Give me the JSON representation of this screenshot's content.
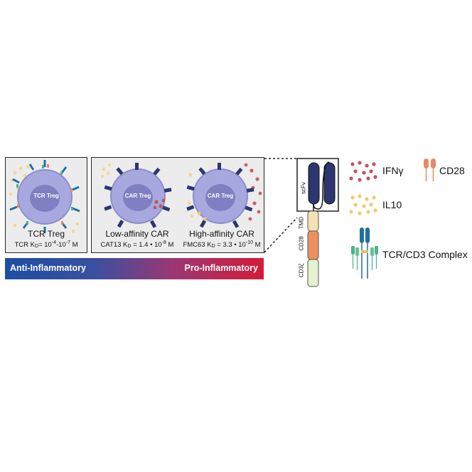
{
  "panels": {
    "tcr": {
      "cell_label": "TCR Treg",
      "title": "TCR Treg",
      "kd_prefix": "TCR K",
      "kd_sub": "D",
      "kd_eq": "= 10",
      "kd_exp1": "-4",
      "kd_mid": "-10",
      "kd_exp2": "-7",
      "kd_unit": " M"
    },
    "low": {
      "cell_label": "CAR Treg",
      "title": "Low-affinity CAR",
      "kd_prefix": "CAT13 K",
      "kd_sub": "D",
      "kd_eq": " = 1.4 • 10",
      "kd_exp": "-8",
      "kd_unit": " M"
    },
    "high": {
      "cell_label": "CAR Treg",
      "title": "High-affinity CAR",
      "kd_prefix": "FMC63 K",
      "kd_sub": "D",
      "kd_eq": " = 3.3 • 10",
      "kd_exp": "-10",
      "kd_unit": " M"
    }
  },
  "gradient_bar": {
    "left_label": "Anti-Inflammatory",
    "right_label": "Pro-Inflammatory"
  },
  "car_construct": {
    "scfv": "scFv",
    "tmd": "TMD",
    "cd28": "CD28",
    "cd3z": "CD3ζ"
  },
  "legend": {
    "ifng": "IFNγ",
    "cd28": "CD28",
    "il10": "IL10",
    "tcr_cd3": "TCR/CD3 Complex"
  },
  "colors": {
    "cell_fill": "#a3a5dc",
    "nucleus": "#8082c4",
    "car_receptor": "#2c3670",
    "ifng": "#c2535c",
    "il10": "#f2c76c",
    "cd28": "#e88a5f",
    "tmd": "#f5e1b2",
    "cd28_segment": "#ec9063",
    "cd3z": "#e6f2cf",
    "gradient_start": "#1d4ea3",
    "gradient_end": "#d51b3a"
  }
}
